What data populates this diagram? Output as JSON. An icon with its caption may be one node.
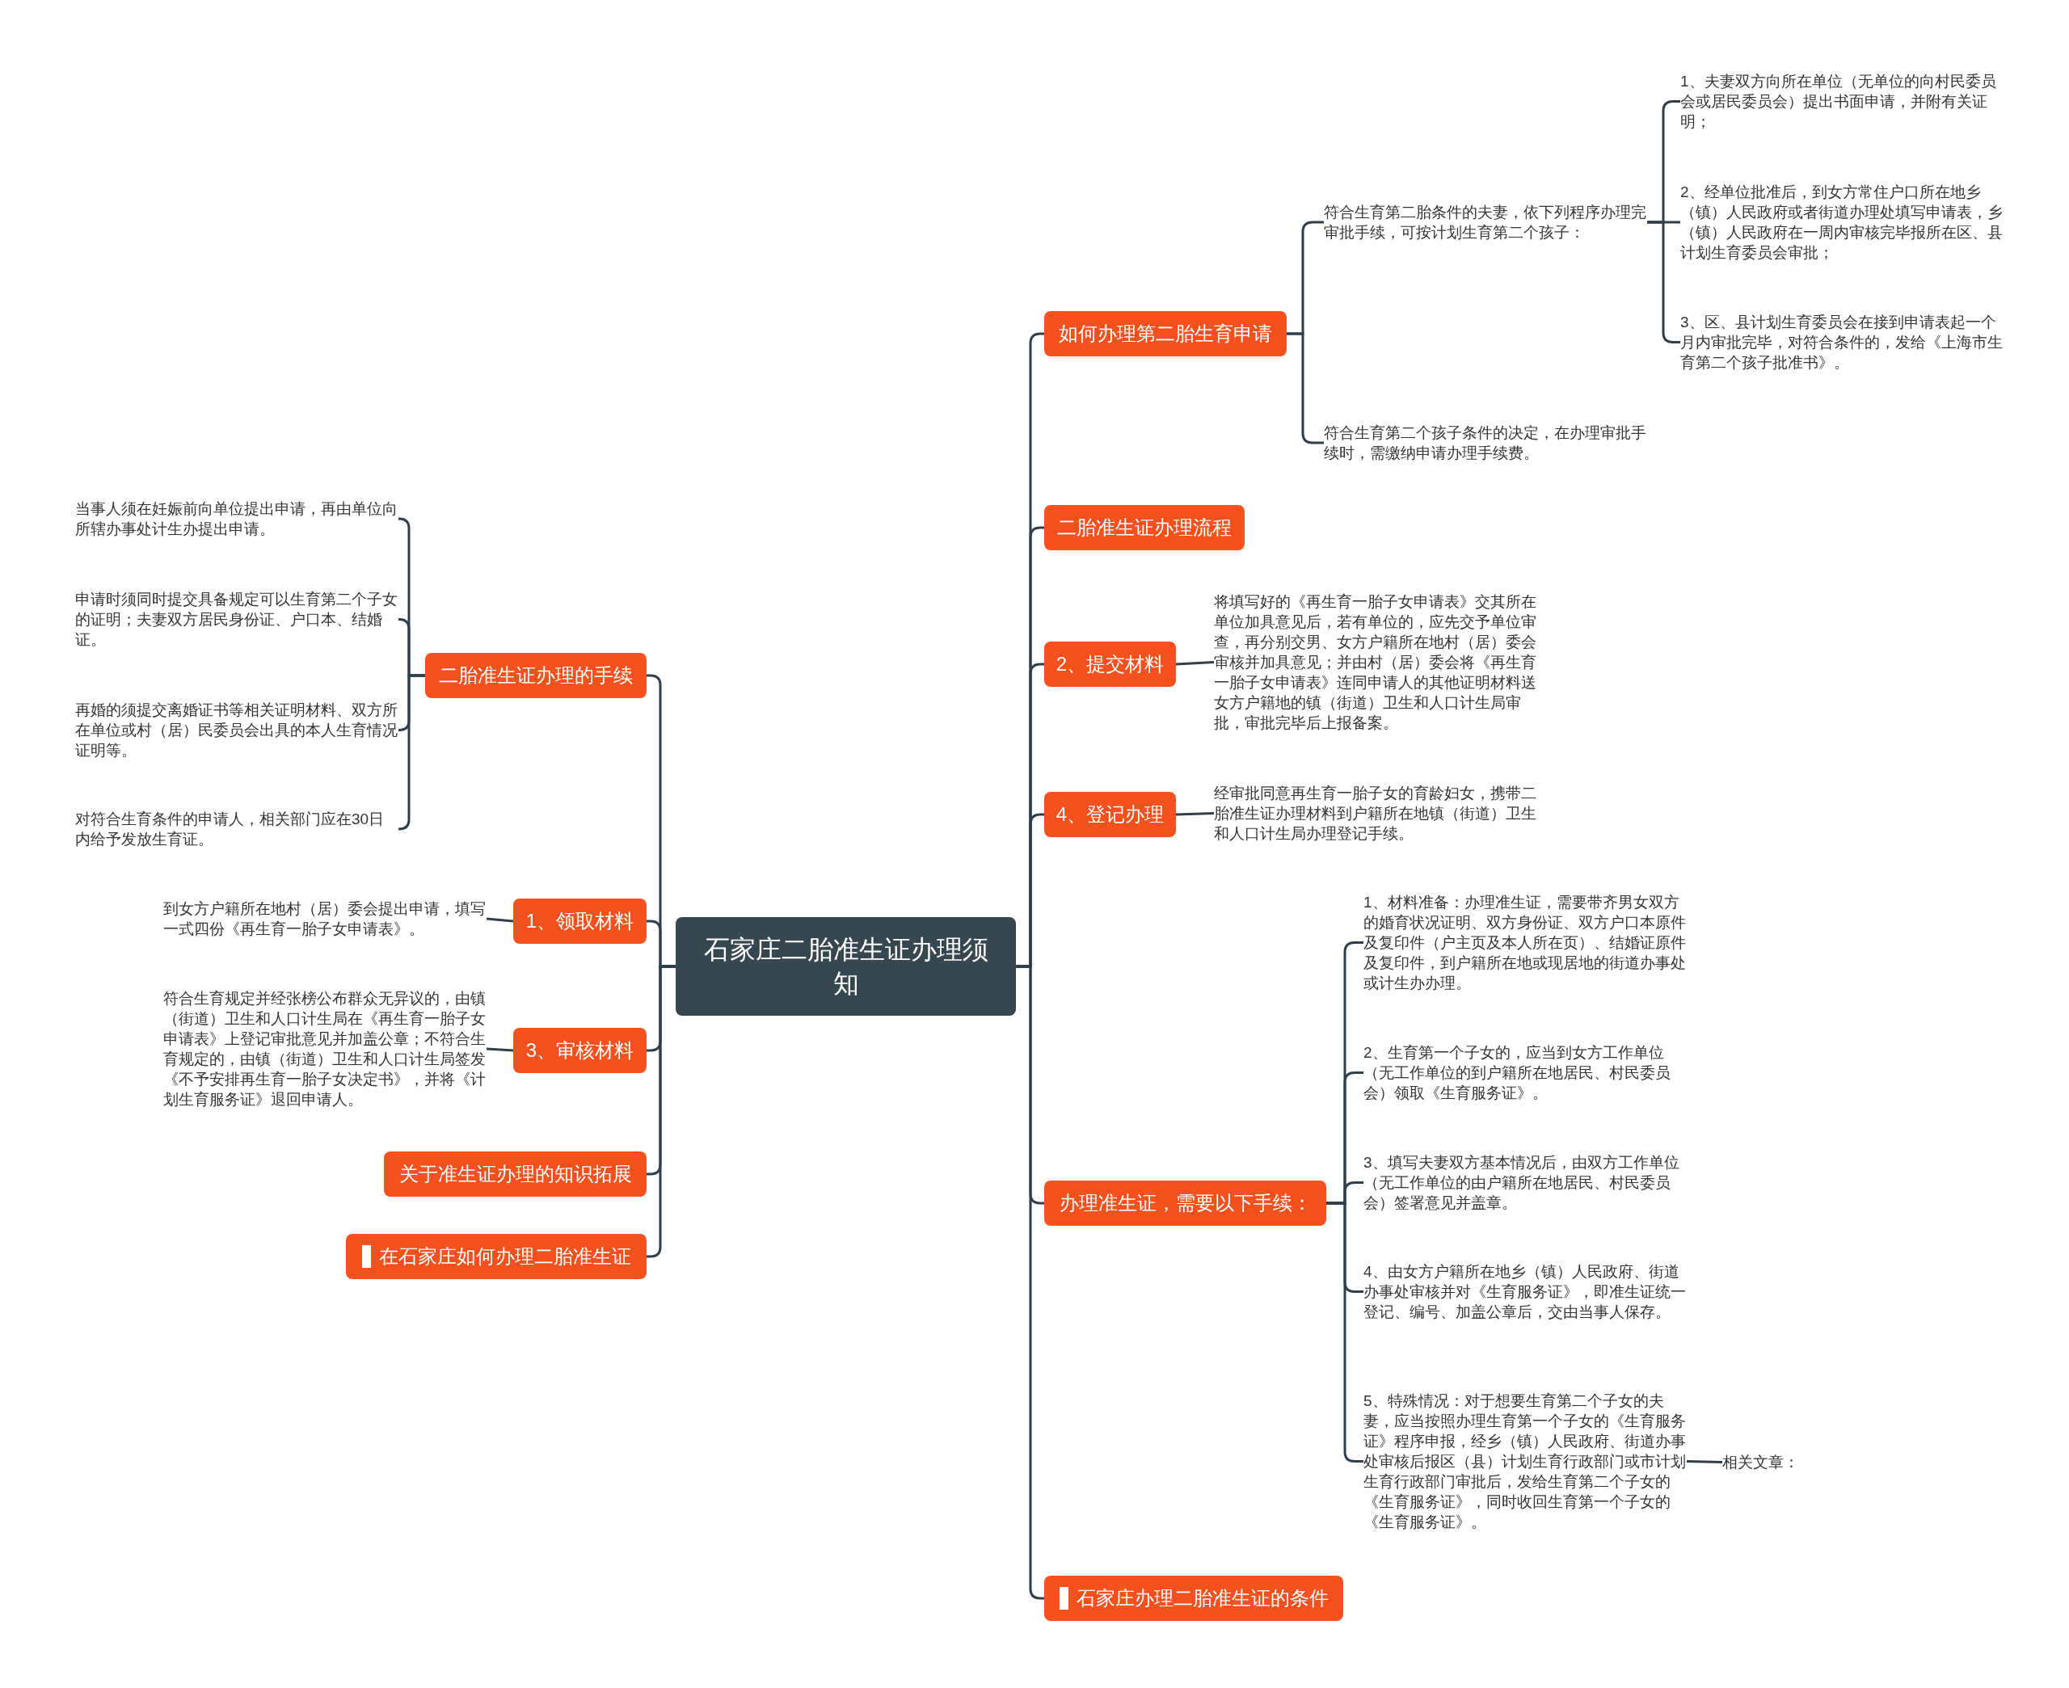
{
  "diagram": {
    "nodes": [
      {
        "text": [
          "石家庄二胎准生证办理须知"
        ]
      },
      {
        "text": [
          "如何办理第二胎生育申请"
        ]
      },
      {
        "text": [
          "符合生育第二胎条件的夫妻，依下列程序办理完审批手续，可按计划生育第二个孩子："
        ]
      },
      {
        "text": [
          "1、夫妻双方向所在单位（无单位的向村民委员会或居民委员会）提出书面申请，并附有关证明；"
        ]
      },
      {
        "text": [
          "2、经单位批准后，到女方常住户口所在地乡（镇）人民政府或者街道办理处填写申请表，乡（镇）人民政府在一周内审核完毕报所在区、县计划生育委员会审批；"
        ]
      },
      {
        "text": [
          "3、区、县计划生育委员会在接到申请表起一个月内审批完毕，对符合条件的，发给《上海市生育第二个孩子批准书》。"
        ]
      },
      {
        "text": [
          "符合生育第二个孩子条件的决定，在办理审批手续时，需缴纳申请办理手续费。"
        ]
      },
      {
        "text": [
          "二胎准生证办理流程"
        ]
      },
      {
        "text": [
          "2、提交材料"
        ]
      },
      {
        "text": [
          "将填写好的《再生育一胎子女申请表》交其所在单位加具意见后，若有单位的，应先交予单位审查，再分别交男、女方户籍所在地村（居）委会审核并加具意见；并由村（居）委会将《再生育一胎子女申请表》连同申请人的其他证明材料送女方户籍地的镇（街道）卫生和人口计生局审批，审批完毕后上报备案。"
        ]
      },
      {
        "text": [
          "4、登记办理"
        ]
      },
      {
        "text": [
          "经审批同意再生育一胎子女的育龄妇女，携带二胎准生证办理材料到户籍所在地镇（街道）卫生和人口计生局办理登记手续。"
        ]
      },
      {
        "text": [
          "办理准生证，需要以下手续："
        ]
      },
      {
        "text": [
          "1、材料准备：办理准生证，需要带齐男女双方的婚育状况证明、双方身份证、双方户口本原件及复印件（户主页及本人所在页）、结婚证原件及复印件，到户籍所在地或现居地的街道办事处或计生办办理。"
        ]
      },
      {
        "text": [
          "2、生育第一个子女的，应当到女方工作单位（无工作单位的到户籍所在地居民、村民委员会）领取《生育服务证》。"
        ]
      },
      {
        "text": [
          "3、填写夫妻双方基本情况后，由双方工作单位（无工作单位的由户籍所在地居民、村民委员会）签署意见并盖章。"
        ]
      },
      {
        "text": [
          "4、由女方户籍所在地乡（镇）人民政府、街道办事处审核并对《生育服务证》，即准生证统一登记、编号、加盖公章后，交由当事人保存。"
        ]
      },
      {
        "text": [
          "5、特殊情况：对于想要生育第二个子女的夫妻，应当按照办理生育第一个子女的《生育服务证》程序申报，经乡（镇）人民政府、街道办事处审核后报区（县）计划生育行政部门或市计划生育行政部门审批后，发给生育第二个子女的《生育服务证》，同时收回生育第一个子女的《生育服务证》。"
        ]
      },
      {
        "text": [
          "相关文章："
        ]
      },
      {
        "text": [
          "石家庄办理二胎准生证的条件"
        ]
      },
      {
        "text": [
          "二胎准生证办理的手续"
        ]
      },
      {
        "text": [
          "当事人须在妊娠前向单位提出申请，再由单位向所辖办事处计生办提出申请。"
        ]
      },
      {
        "text": [
          "申请时须同时提交具备规定可以生育第二个子女的证明；夫妻双方居民身份证、户口本、结婚证。"
        ]
      },
      {
        "text": [
          "再婚的须提交离婚证书等相关证明材料、双方所在单位或村（居）民委员会出具的本人生育情况证明等。"
        ]
      },
      {
        "text": [
          "对符合生育条件的申请人，相关部门应在30日内给予发放生育证。"
        ]
      },
      {
        "text": [
          "1、领取材料"
        ]
      },
      {
        "text": [
          "到女方户籍所在地村（居）委会提出申请，填写一式四份《再生育一胎子女申请表》。"
        ]
      },
      {
        "text": [
          "3、审核材料"
        ]
      },
      {
        "text": [
          "符合生育规定并经张榜公布群众无异议的，由镇（街道）卫生和人口计生局在《再生育一胎子女申请表》上登记审批意见并加盖公章；不符合生育规定的，由镇（街道）卫生和人口计生局签发《不予安排再生育一胎子女决定书》，并将《计划生育服务证》退回申请人。"
        ]
      },
      {
        "text": [
          "关于准生证办理的知识拓展"
        ]
      },
      {
        "text": [
          "在石家庄如何办理二胎准生证"
        ]
      }
    ],
    "edges": [
      {
        "from": 0,
        "to": 1,
        "arrow": "none"
      },
      {
        "from": 1,
        "to": 2,
        "arrow": "none"
      },
      {
        "from": 2,
        "to": 3,
        "arrow": "none"
      },
      {
        "from": 2,
        "to": 4,
        "arrow": "none"
      },
      {
        "from": 2,
        "to": 5,
        "arrow": "none"
      },
      {
        "from": 1,
        "to": 6,
        "arrow": "none"
      },
      {
        "from": 0,
        "to": 7,
        "arrow": "none"
      },
      {
        "from": 0,
        "to": 8,
        "arrow": "none"
      },
      {
        "from": 8,
        "to": 9,
        "arrow": "none"
      },
      {
        "from": 0,
        "to": 10,
        "arrow": "none"
      },
      {
        "from": 10,
        "to": 11,
        "arrow": "none"
      },
      {
        "from": 0,
        "to": 12,
        "arrow": "none"
      },
      {
        "from": 12,
        "to": 13,
        "arrow": "none"
      },
      {
        "from": 12,
        "to": 14,
        "arrow": "none"
      },
      {
        "from": 12,
        "to": 15,
        "arrow": "none"
      },
      {
        "from": 12,
        "to": 16,
        "arrow": "none"
      },
      {
        "from": 12,
        "to": 17,
        "arrow": "none"
      },
      {
        "from": 17,
        "to": 18,
        "arrow": "none"
      },
      {
        "from": 0,
        "to": 19,
        "arrow": "none"
      },
      {
        "from": 0,
        "to": 20,
        "arrow": "none"
      },
      {
        "from": 20,
        "to": 21,
        "arrow": "none"
      },
      {
        "from": 20,
        "to": 22,
        "arrow": "none"
      },
      {
        "from": 20,
        "to": 23,
        "arrow": "none"
      },
      {
        "from": 20,
        "to": 24,
        "arrow": "none"
      },
      {
        "from": 0,
        "to": 25,
        "arrow": "none"
      },
      {
        "from": 25,
        "to": 26,
        "arrow": "none"
      },
      {
        "from": 0,
        "to": 27,
        "arrow": "none"
      },
      {
        "from": 27,
        "to": 28,
        "arrow": "none"
      },
      {
        "from": 0,
        "to": 29,
        "arrow": "none"
      },
      {
        "from": 0,
        "to": 30,
        "arrow": "none"
      }
    ]
  }
}
